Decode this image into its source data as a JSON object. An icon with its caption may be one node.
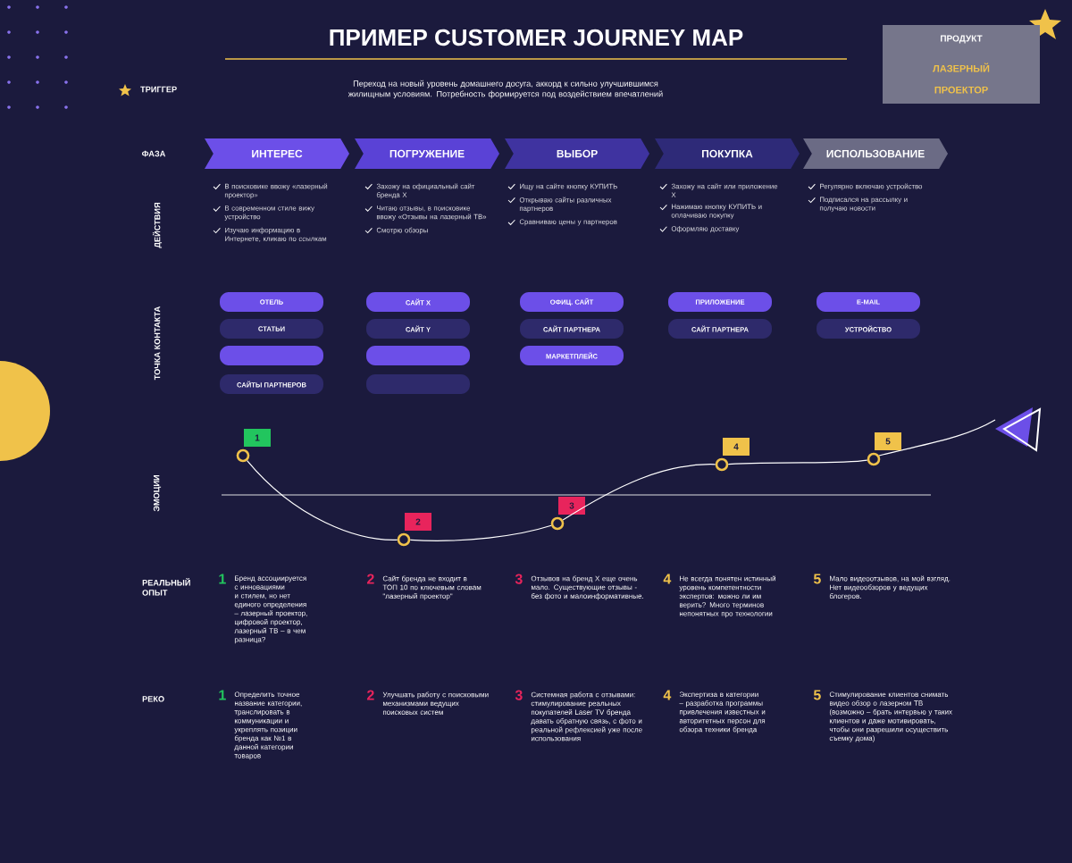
{
  "diagram": {
    "title": "ПРИМЕР CUSTOMER JOURNEY MAP",
    "nodes": [
      {
        "text": [
          "ПРОДУКТ",
          "ЛАЗЕРНЫЙ ПРОЕКТОР"
        ]
      },
      {
        "text": [
          "ИНТЕРЕС"
        ]
      },
      {
        "text": [
          "ПОГРУЖЕНИЕ"
        ]
      },
      {
        "text": [
          "ВЫБОР"
        ]
      },
      {
        "text": [
          "ПОКУПКА"
        ]
      },
      {
        "text": [
          "ИСПОЛЬЗОВАНИЕ"
        ]
      },
      {
        "text": [
          "ОТЕЛЬ"
        ]
      },
      {
        "text": [
          "СТАТЬИ"
        ]
      },
      {
        "text": [],
        "shape": "box"
      },
      {
        "text": [
          "САЙТЫ ПАРТНЕРОВ"
        ]
      },
      {
        "text": [
          "САЙТ X"
        ]
      },
      {
        "text": [
          "САЙТ Y"
        ]
      },
      {
        "text": [],
        "shape": "box"
      },
      {
        "text": [],
        "shape": "box"
      },
      {
        "text": [
          "ОФИЦ. САЙТ"
        ]
      },
      {
        "text": [
          "САЙТ ПАРТНЕРА"
        ]
      },
      {
        "text": [
          "МАРКЕТПЛЕЙС"
        ]
      },
      {
        "text": [
          "ПРИЛОЖЕНИЕ"
        ]
      },
      {
        "text": [
          "САЙТ ПАРТНЕРА"
        ]
      },
      {
        "text": [
          "E-MAIL"
        ]
      },
      {
        "text": [
          "УСТРОЙСТВО"
        ]
      },
      {
        "text": [],
        "shape": "circle",
        "beside": [
          "1"
        ]
      },
      {
        "text": [],
        "shape": "circle",
        "beside": [
          "2"
        ]
      },
      {
        "text": [],
        "shape": "circle",
        "beside": [
          "3"
        ]
      },
      {
        "text": [],
        "shape": "circle",
        "beside": [
          "4"
        ]
      },
      {
        "text": [],
        "shape": "circle",
        "beside": [
          "5"
        ]
      }
    ],
    "edges": [
      {
        "from": 21,
        "to": 22,
        "arrow": "none"
      },
      {
        "from": 22,
        "to": 23,
        "arrow": "none"
      },
      {
        "from": 23,
        "to": 24,
        "arrow": "none"
      },
      {
        "from": 24,
        "to": 25,
        "arrow": "none"
      }
    ],
    "labels": [
      "ТРИГГЕР",
      "Переход на новый уровень домашнего досуга, аккорд к сильно улучшившимся жилищным условиям. Потребность формируется под воздействием впечатлений",
      "ФАЗА",
      "ДЕЙСТВИЯ",
      "В поисковике ввожу «лазерный проектор»",
      "В современном стиле вижу устройство",
      "Изучаю информацию в Интернете, кликаю по ссылкам",
      "Захожу на официальный сайт бренда X",
      "Читаю отзывы, в поисковике ввожу «Отзывы на лазерный ТВ»",
      "Смотрю обзоры",
      "Ищу на сайте кнопку КУПИТЬ",
      "Открываю сайты различных партнеров",
      "Сравниваю цены у партнеров",
      "Захожу на сайт или приложение X",
      "Нажимаю кнопку КУПИТЬ и оплачиваю покупку",
      "Оформляю доставку",
      "Регулярно включаю устройство",
      "Подписался на рассылку и получаю новости",
      "ТОЧКА КОНТАКТА",
      "ЭМОЦИИ",
      "РЕАЛЬНЫЙ ОПЫТ",
      "1",
      "Бренд ассоциируется с инновациями и стилем, но нет единого определения – лазерный проектор, цифровой проектор, лазерный ТВ – в чем разница?",
      "2",
      "Сайт бренда не входит в ТОП 10 по ключевым словам \"лазерный проектор\"",
      "3",
      "Отзывов на бренд X еще очень мало. Существующие отзывы - без фото и малоинформативные.",
      "4",
      "Не всегда понятен истинный уровень компетентности экспертов: можно ли им верить? Много терминов непонятных про технологии",
      "5",
      "Мало видеоотзывов, на мой взгляд. Нет видеообзоров у ведущих блогеров.",
      "РЕКО",
      "1",
      "Определить точное название категории, транслировать в коммуникации и укреплять позиции бренда как №1 в данной категории товаров",
      "2",
      "Улучшать работу с поисковыми механизмами ведущих поисковых систем",
      "3",
      "Системная работа с отзывами: стимулирование реальных покупателей Laser TV бренда давать обратную связь, с фото и реальной рефлексией уже после использования",
      "4",
      "Экспертиза в категории – разработка программы привлечения известных и авторитетных персон для обзора техники бренда",
      "5",
      "Стимулирование клиентов снимать видео обзор о лазерном ТВ (возможно – брать интервью у таких клиентов и даже мотивировать, чтобы они разрешили осуществить съемку дома)"
    ]
  }
}
